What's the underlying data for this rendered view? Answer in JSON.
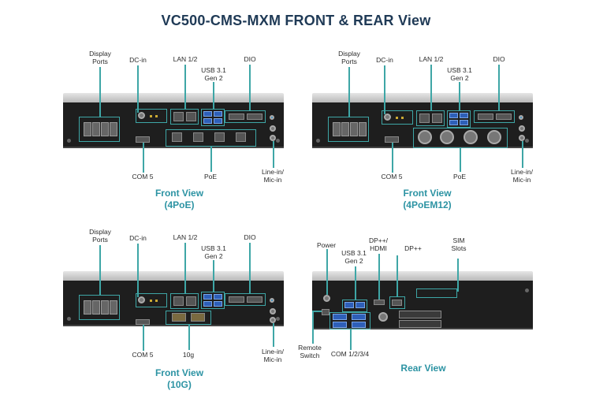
{
  "title": "VC500-CMS-MXM FRONT & REAR View",
  "front_4poe": {
    "labels": {
      "display_ports": "Display\nPorts",
      "dc_in": "DC-in",
      "lan": "LAN 1/2",
      "usb": "USB 3.1\nGen 2",
      "dio": "DIO",
      "com5": "COM 5",
      "poe": "PoE",
      "line_in": "Line-in/\nMic-in"
    },
    "caption": "Front View\n(4PoE)"
  },
  "front_4poem12": {
    "labels": {
      "display_ports": "Display\nPorts",
      "dc_in": "DC-in",
      "lan": "LAN 1/2",
      "usb": "USB 3.1\nGen 2",
      "dio": "DIO",
      "com5": "COM 5",
      "poe": "PoE",
      "line_in": "Line-in/\nMic-in"
    },
    "caption": "Front View\n(4PoEM12)"
  },
  "front_10g": {
    "labels": {
      "display_ports": "Display\nPorts",
      "dc_in": "DC-in",
      "lan": "LAN 1/2",
      "usb": "USB 3.1\nGen 2",
      "dio": "DIO",
      "com5": "COM 5",
      "tengig": "10g",
      "line_in": "Line-in/\nMic-in"
    },
    "caption": "Front View\n(10G)"
  },
  "rear": {
    "labels": {
      "power": "Power",
      "usb": "USB 3.1\nGen 2",
      "dp_hdmi": "DP++/\nHDMI",
      "dp": "DP++",
      "sim": "SIM\nSlots",
      "remote": "Remote\nSwitch",
      "com": "COM 1/2/3/4"
    },
    "caption": "Rear View"
  },
  "colors": {
    "title": "#1f3a56",
    "caption": "#2c93a3",
    "highlight": "#3ea6a6"
  }
}
